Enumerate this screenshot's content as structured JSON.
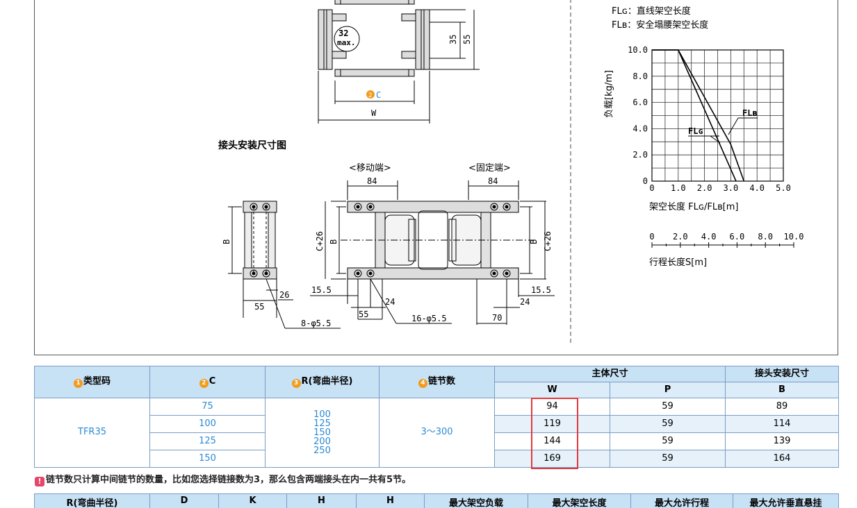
{
  "drawing": {
    "legend_flg": "FLɢ：直线架空长度",
    "legend_flb": "FLʙ：安全塌腰架空长度",
    "rmax_top": "32",
    "rmax_bottom": "max.",
    "dim_35": "35",
    "dim_55": "55",
    "c_label": "C",
    "w_label": "W",
    "joint_title": "接头安装尺寸图",
    "moving_end": "<移动端>",
    "fixed_end": "<固定端>",
    "dim_84_left": "84",
    "dim_84_right": "84",
    "b_left": "B",
    "c26_left": "C+26",
    "b_mid": "B",
    "b_right": "B",
    "c26_right": "C+26",
    "dim_26": "26",
    "dim_55_left": "55",
    "hole_8": "8-φ5.5",
    "dim_155_left": "15.5",
    "dim_24_left": "24",
    "dim_55_mid": "55",
    "hole_16": "16-φ5.5",
    "dim_155_right": "15.5",
    "dim_24_right": "24",
    "dim_70": "70",
    "step_c": "2"
  },
  "chart_data": {
    "type": "line",
    "ylabel": "负载[kg/m]",
    "xlabel": "架空长度 FLɢ/FLʙ[m]",
    "secondary_xlabel": "行程长度S[m]",
    "xlim": [
      0,
      5.0
    ],
    "ylim": [
      0,
      10.0
    ],
    "x_ticks": [
      "0",
      "1.0",
      "2.0",
      "3.0",
      "4.0",
      "5.0"
    ],
    "y_ticks": [
      "0",
      "2.0",
      "4.0",
      "6.0",
      "8.0",
      "10.0"
    ],
    "secondary_ticks": [
      "0",
      "2.0",
      "4.0",
      "6.0",
      "8.0",
      "10.0"
    ],
    "grid": true,
    "series": [
      {
        "name": "FLɢ",
        "x": [
          0,
          1.0,
          3.2
        ],
        "y": [
          10.0,
          10.0,
          0
        ]
      },
      {
        "name": "FLʙ",
        "x": [
          0,
          1.0,
          3.0,
          3.5
        ],
        "y": [
          10.0,
          10.0,
          2.8,
          0
        ]
      }
    ]
  },
  "table": {
    "h_type": "类型码",
    "h_c": "C",
    "h_r": "R(弯曲半径)",
    "h_links": "链节数",
    "h_body": "主体尺寸",
    "h_joint": "接头安装尺寸",
    "h_w": "W",
    "h_p": "P",
    "h_b": "B",
    "type_value": "TFR35",
    "links_value": "3～300",
    "badge1": "1",
    "badge2": "2",
    "badge3": "3",
    "badge4": "4",
    "rows": [
      {
        "c": "75",
        "w": "94",
        "p": "59",
        "b": "89"
      },
      {
        "c": "100",
        "w": "119",
        "p": "59",
        "b": "114"
      },
      {
        "c": "125",
        "w": "144",
        "p": "59",
        "b": "139"
      },
      {
        "c": "150",
        "w": "169",
        "p": "59",
        "b": "164"
      }
    ],
    "r_values": [
      "100",
      "125",
      "150",
      "200",
      "250"
    ]
  },
  "note": {
    "icon": "!",
    "text": "链节数只计算中间链节的数量，比如您选择链接数为3，那么包含两端接头在内一共有5节。"
  },
  "table2": {
    "headers": [
      "R(弯曲半径)",
      "D",
      "K",
      "H",
      "H",
      "最大架空负载",
      "最大架空长度",
      "最大允许行程",
      "最大允许垂直悬挂"
    ]
  }
}
